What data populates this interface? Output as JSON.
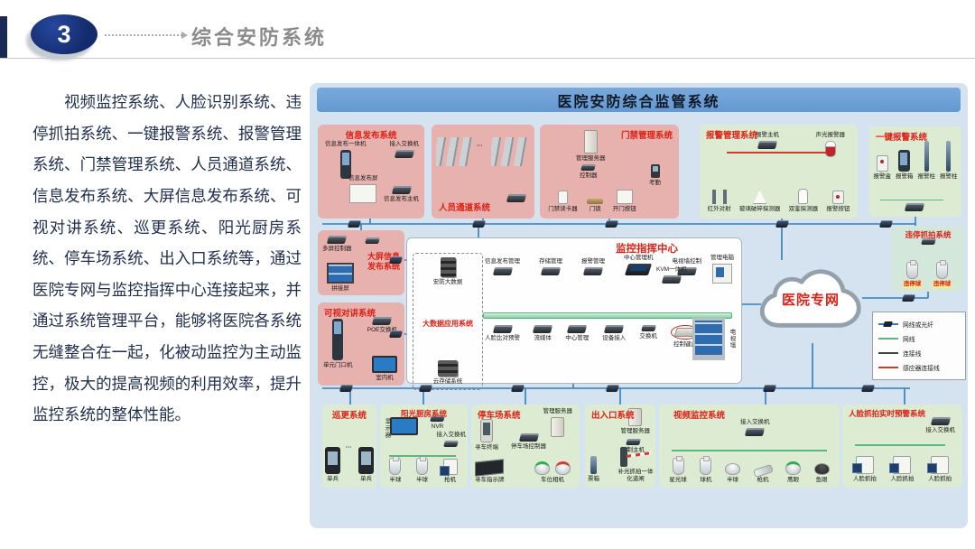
{
  "header": {
    "badge": "3",
    "title": "综合安防系统"
  },
  "intro": {
    "paragraph": "视频监控系统、人脸识别系统、违停抓拍系统、一键报警系统、报警管理系统、门禁管理系统、人员通道系统、信息发布系统、大屏信息发布系统、可视对讲系统、巡更系统、阳光厨房系统、停车场系统、出入口系统等，通过医院专网与监控指挥中心连接起来，并通过系统管理平台，能够将医院各系统无缝整合在一起，化被动监控为主动监控，极大的提高视频的利用效率，提升监控系统的整体性能。"
  },
  "diagram": {
    "title": "医院安防综合监管系统",
    "cloud_label": "医院专网",
    "dots": "···",
    "sections": {
      "info_pub": {
        "title": "信息发布系统",
        "devices": [
          "信息发布一体机",
          "接入交换机",
          "信息发布屏",
          "信息发布主机"
        ]
      },
      "channel": {
        "title": "人员通道系统"
      },
      "access": {
        "title": "门禁管理系统",
        "devices": [
          "管理服务器",
          "控制器",
          "门禁读卡器",
          "门锁",
          "开门按钮",
          "考勤"
        ]
      },
      "alarm": {
        "title": "报警管理系统",
        "devices": [
          "报警主机",
          "声光报警器",
          "红外对射",
          "玻璃破碎探测器",
          "双鉴探测器",
          "报警按钮"
        ]
      },
      "onekey": {
        "title": "一键报警系统",
        "devices": [
          "报警盒",
          "报警箱",
          "报警柱",
          "报警柱"
        ]
      },
      "illegal": {
        "title": "违停抓拍系统",
        "devices": [
          "违停球",
          "违停球"
        ]
      },
      "bigscreen": {
        "title": "大屏信息发布系统",
        "title_l1": "大屏信息",
        "title_l2": "发布系统",
        "devices": [
          "多屏控制器",
          "拼接屏"
        ]
      },
      "intercom": {
        "title": "可视对讲系统",
        "devices": [
          "单元门口机",
          "POE交换机",
          "室内机"
        ]
      },
      "patrol": {
        "title": "巡更系统",
        "devices": [
          "单兵",
          "单兵"
        ]
      },
      "kitchen": {
        "title": "阳光厨房系统",
        "devices": [
          "显示器",
          "NVR",
          "接入交换机",
          "半球",
          "半球",
          "枪机"
        ]
      },
      "parking": {
        "title": "停车场系统",
        "devices": [
          "管理服务器",
          "寻车终端",
          "停车场控制器",
          "寻车指示牌",
          "车位相机"
        ]
      },
      "gate": {
        "title": "出入口系统",
        "devices": [
          "管理服务器",
          "控制主机",
          "票箱",
          "补光抓拍一体化道闸"
        ]
      },
      "cctv": {
        "title": "视频监控系统",
        "devices": [
          "接入交换机",
          "星光球",
          "球机",
          "半球",
          "枪机",
          "鹰眼",
          "鱼眼"
        ]
      },
      "face": {
        "title": "人脸抓拍实时预警系统",
        "devices": [
          "接入交换机",
          "人脸抓拍",
          "人脸抓拍",
          "人脸抓拍"
        ]
      }
    },
    "command": {
      "title": "监控指挥中心",
      "bigdata": {
        "title": "大数据应用系统",
        "server": "安防大数据",
        "storage": "云存储系统"
      },
      "top": [
        "信息发布管理",
        "存储管理",
        "报警管理",
        "中心管理机",
        "电视墙控制",
        "KVM一体机",
        "管理电脑"
      ],
      "bottom": [
        "人脸比对预警",
        "流媒体",
        "中心管理",
        "设备接入",
        "交换机",
        "控制键盘"
      ],
      "tv_wall": "电视墙"
    },
    "legend": {
      "items": [
        "网线或光纤",
        "网线",
        "连接线",
        "感应器连接线"
      ]
    },
    "colors": {
      "fiber": "#2e7fc2",
      "lan": "#57b97f",
      "link": "#444444",
      "sensor": "#cc3a30",
      "section_pink": "#e7b2ae",
      "section_green": "#dcebd1",
      "title_red": "#dd2015",
      "diagram_bg": "#d5e3f0",
      "header_bar": "#6ca0d6"
    },
    "icons": [
      "switch-icon",
      "server-icon",
      "kiosk-icon",
      "monitor-icon",
      "dome-camera-icon",
      "ptz-camera-icon",
      "bullet-camera-icon",
      "turnstile-icon",
      "video-wall-icon",
      "cloud-icon",
      "barrier-gate-icon",
      "keyboard-icon",
      "handheld-icon"
    ]
  }
}
